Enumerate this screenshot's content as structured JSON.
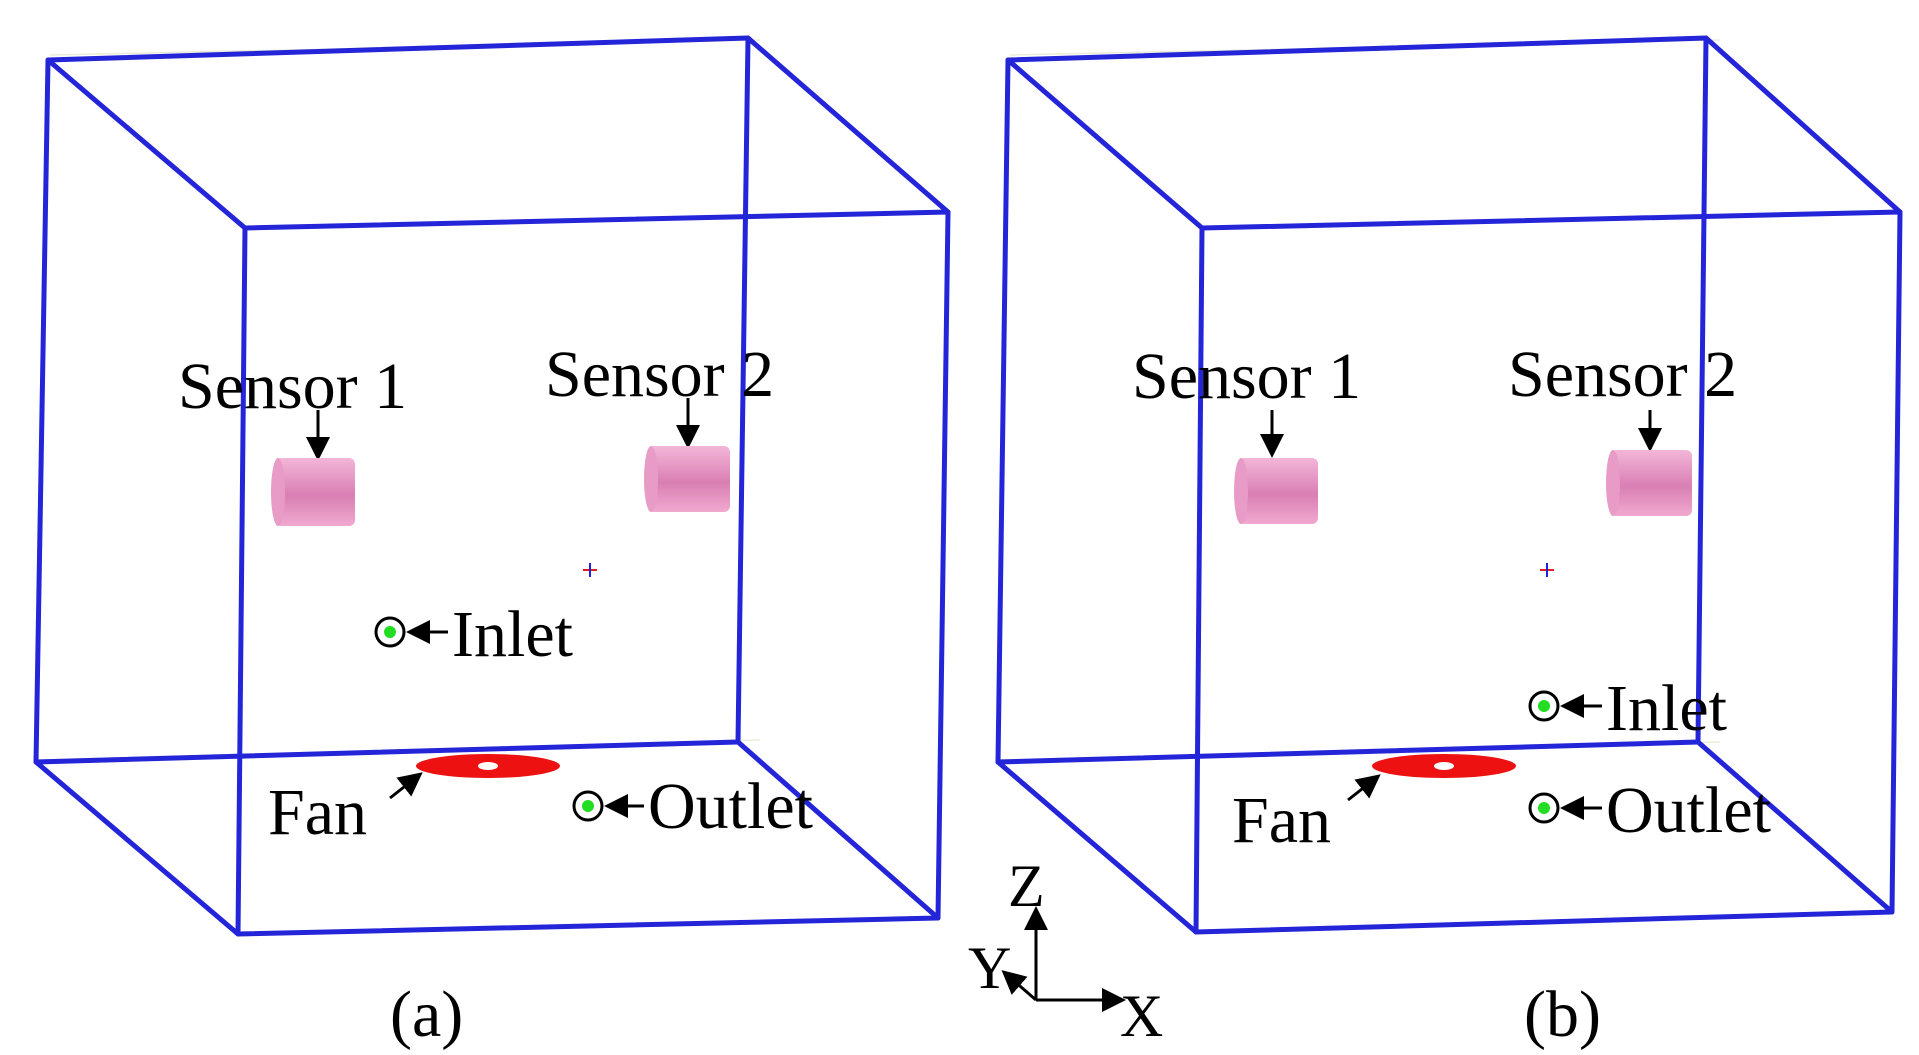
{
  "panels": [
    {
      "caption": "(a)",
      "sensor1_label": "Sensor 1",
      "sensor2_label": "Sensor 2",
      "inlet_label": "Inlet",
      "fan_label": "Fan",
      "outlet_label": "Outlet"
    },
    {
      "caption": "(b)",
      "sensor1_label": "Sensor 1",
      "sensor2_label": "Sensor 2",
      "inlet_label": "Inlet",
      "fan_label": "Fan",
      "outlet_label": "Outlet"
    }
  ],
  "axes": {
    "z": "Z",
    "y": "Y",
    "x": "X"
  },
  "colors": {
    "box_edges": "#2424d8",
    "sensor": "#e58fc0",
    "fan": "#ee1111",
    "port_fill": "#22dd22"
  }
}
